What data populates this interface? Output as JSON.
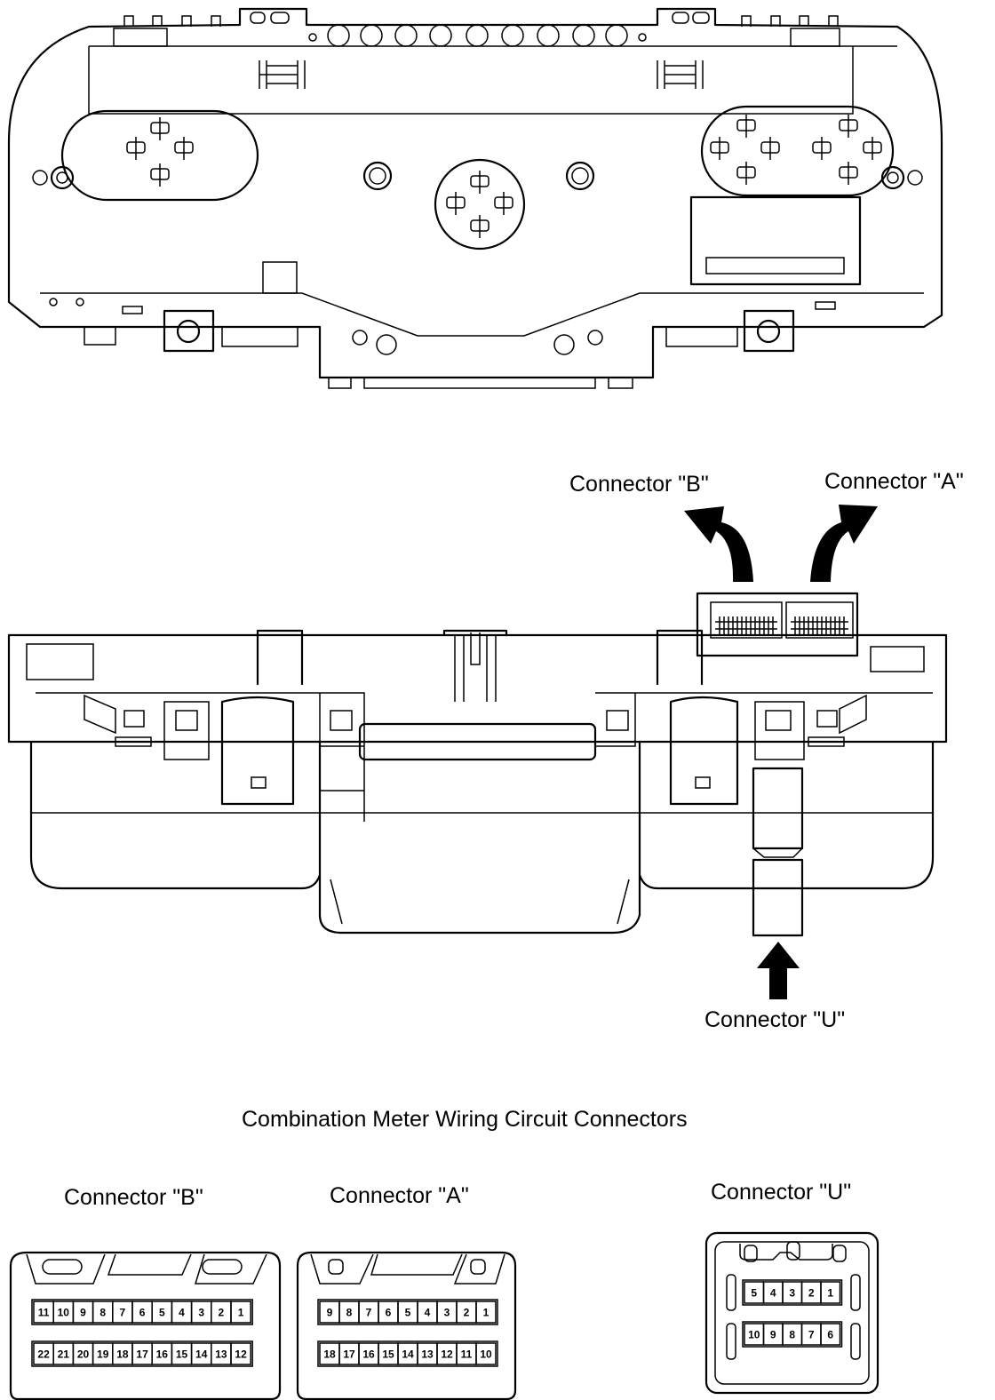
{
  "labels": {
    "connector_b": "Connector \"B\"",
    "connector_a": "Connector \"A\"",
    "connector_u": "Connector \"U\""
  },
  "title": "Combination Meter Wiring Circuit Connectors",
  "connectors": {
    "b": {
      "label": "Connector \"B\"",
      "top": [
        "11",
        "10",
        "9",
        "8",
        "7",
        "6",
        "5",
        "4",
        "3",
        "2",
        "1"
      ],
      "bottom": [
        "22",
        "21",
        "20",
        "19",
        "18",
        "17",
        "16",
        "15",
        "14",
        "13",
        "12"
      ]
    },
    "a": {
      "label": "Connector \"A\"",
      "top": [
        "9",
        "8",
        "7",
        "6",
        "5",
        "4",
        "3",
        "2",
        "1"
      ],
      "bottom": [
        "18",
        "17",
        "16",
        "15",
        "14",
        "13",
        "12",
        "11",
        "10"
      ]
    },
    "u": {
      "label": "Connector \"U\"",
      "top": [
        "5",
        "4",
        "3",
        "2",
        "1"
      ],
      "bottom": [
        "10",
        "9",
        "8",
        "7",
        "6"
      ]
    }
  }
}
